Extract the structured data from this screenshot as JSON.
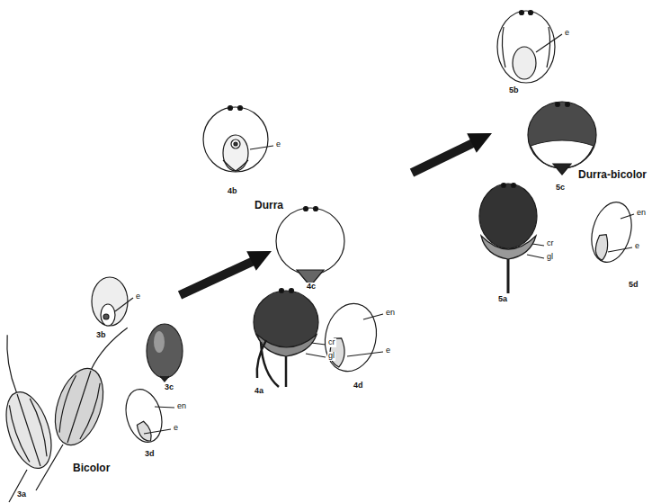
{
  "diagram": {
    "labels": [
      "5b",
      "e",
      "5c",
      "Durra-bicolor",
      "cr",
      "gl",
      "5a",
      "en",
      "e",
      "5d",
      "4b",
      "e",
      "Durra",
      "4c",
      "cr",
      "gl",
      "4a",
      "en",
      "e",
      "4d",
      "3b",
      "e",
      "3c",
      "en",
      "e",
      "3d",
      "Bicolor",
      "3a"
    ]
  }
}
